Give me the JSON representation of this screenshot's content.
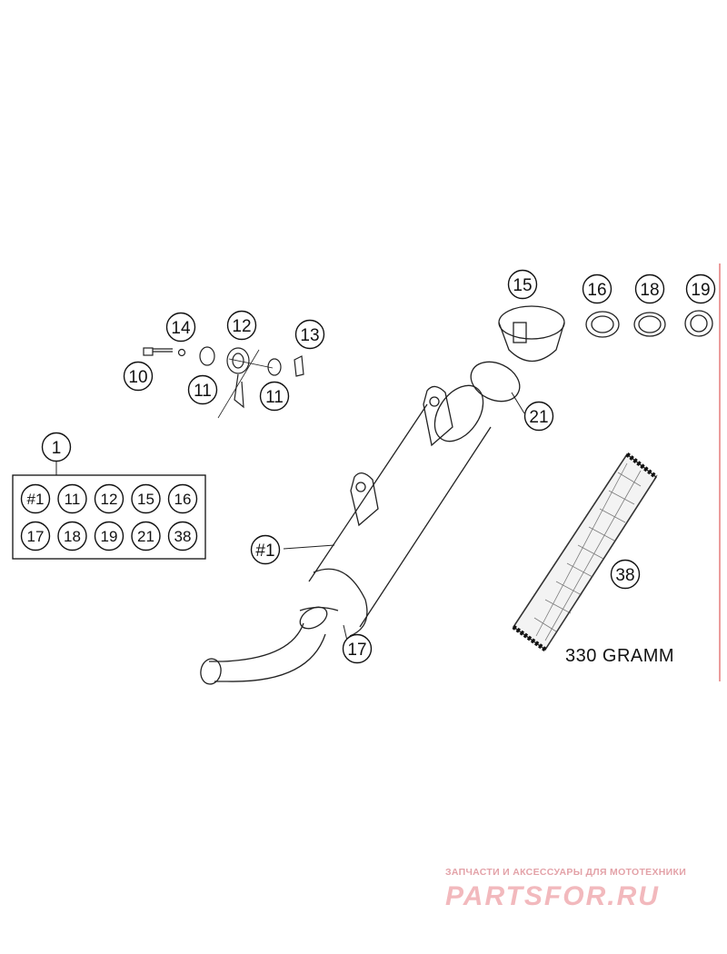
{
  "callouts": {
    "c1": "1",
    "c10": "10",
    "c11a": "11",
    "c11b": "11",
    "c12": "12",
    "c13": "13",
    "c14": "14",
    "c15": "15",
    "c16": "16",
    "c17": "17",
    "c18": "18",
    "c19": "19",
    "c21": "21",
    "c38": "38",
    "main": "#1"
  },
  "kit_items": [
    "#1",
    "11",
    "12",
    "15",
    "16",
    "17",
    "18",
    "19",
    "21",
    "38"
  ],
  "insert_weight": "330 GRAMM",
  "watermark": {
    "subtitle": "ЗАПЧАСТИ И АКСЕССУАРЫ ДЛЯ МОТОТЕХНИКИ",
    "logo": "PARTSFOR.RU"
  },
  "colors": {
    "line": "#222222",
    "watermark": "#f2b9bd",
    "edge_line": "#e05a5a"
  }
}
